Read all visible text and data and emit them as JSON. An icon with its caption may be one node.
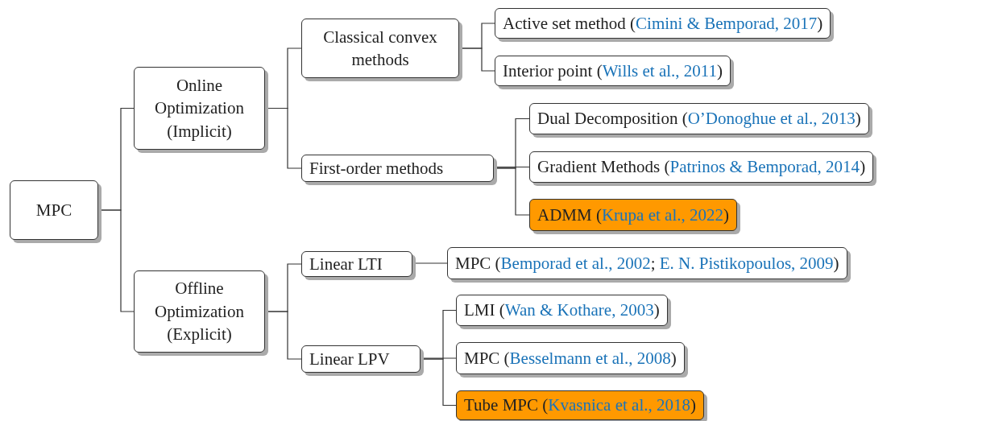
{
  "diagram": {
    "nodes": [
      {
        "text": [
          "MPC"
        ]
      },
      {
        "text": [
          "Online Optimization (Implicit)"
        ]
      },
      {
        "text": [
          "Offline Optimization (Explicit)"
        ]
      },
      {
        "text": [
          "Classical convex methods"
        ]
      },
      {
        "text": [
          "First-order methods"
        ]
      },
      {
        "text": [
          "Active set method (Cimini & Bemporad, 2017)"
        ]
      },
      {
        "text": [
          "Interior point (Wills et al., 2011)"
        ]
      },
      {
        "text": [
          "Dual Decomposition (O’Donoghue et al., 2013)"
        ]
      },
      {
        "text": [
          "Gradient Methods (Patrinos & Bemporad, 2014)"
        ]
      },
      {
        "text": [
          "ADMM (Krupa et al., 2022)"
        ]
      },
      {
        "text": [
          "Linear LTI"
        ]
      },
      {
        "text": [
          "MPC (Bemporad et al., 2002; E. N. Pistikopoulos, 2009)"
        ]
      },
      {
        "text": [
          "Linear LPV"
        ]
      },
      {
        "text": [
          "LMI (Wan & Kothare, 2003)"
        ]
      },
      {
        "text": [
          "MPC (Besselmann et al., 2008)"
        ]
      },
      {
        "text": [
          "Tube MPC (Kvasnica et al., 2018)"
        ]
      }
    ],
    "edges": [
      {
        "from": 0,
        "to": 1,
        "arrow": "none"
      },
      {
        "from": 0,
        "to": 2,
        "arrow": "none"
      },
      {
        "from": 1,
        "to": 3,
        "arrow": "none"
      },
      {
        "from": 1,
        "to": 4,
        "arrow": "none"
      },
      {
        "from": 3,
        "to": 5,
        "arrow": "none"
      },
      {
        "from": 3,
        "to": 6,
        "arrow": "none"
      },
      {
        "from": 4,
        "to": 7,
        "arrow": "none"
      },
      {
        "from": 4,
        "to": 8,
        "arrow": "none"
      },
      {
        "from": 4,
        "to": 9,
        "arrow": "none"
      },
      {
        "from": 2,
        "to": 10,
        "arrow": "none"
      },
      {
        "from": 2,
        "to": 12,
        "arrow": "none"
      },
      {
        "from": 10,
        "to": 11,
        "arrow": "none"
      },
      {
        "from": 12,
        "to": 13,
        "arrow": "none"
      },
      {
        "from": 12,
        "to": 14,
        "arrow": "none"
      },
      {
        "from": 12,
        "to": 15,
        "arrow": "none"
      }
    ]
  }
}
